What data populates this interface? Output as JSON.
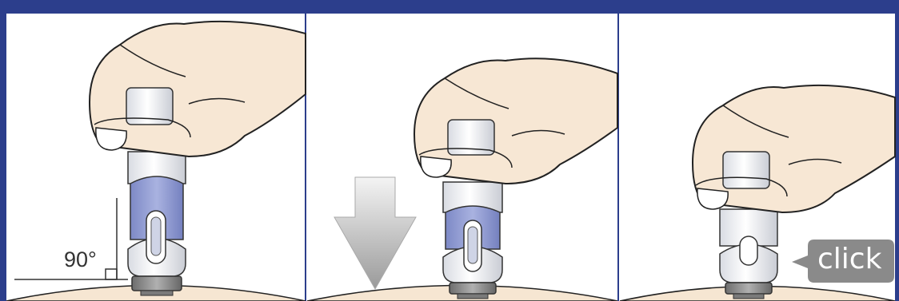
{
  "panels": [
    {
      "id": 1,
      "caption": "90°",
      "device_state": "pen-upright-placed"
    },
    {
      "id": 2,
      "caption": "",
      "device_state": "pen-pushed-down"
    },
    {
      "id": 3,
      "caption": "click",
      "device_state": "pen-click"
    }
  ],
  "angle_label": "90°",
  "click_label": "click",
  "colors": {
    "header_bar": "#2c3e8c",
    "divider": "#2c3e8c",
    "skin": "#f7e7d4",
    "skin_outline": "#222222",
    "pen_body": "#eceef2",
    "pen_window": "#8c98d2",
    "pen_tip": "#8a8a8a",
    "skin_surface": "#f6e6d2",
    "arrow": "#b4b4b4",
    "click_bubble": "#8a8a8a"
  },
  "icons": [
    "hand-icon",
    "injection-pen-icon",
    "down-arrow-icon",
    "right-angle-icon",
    "speech-bubble-icon"
  ]
}
